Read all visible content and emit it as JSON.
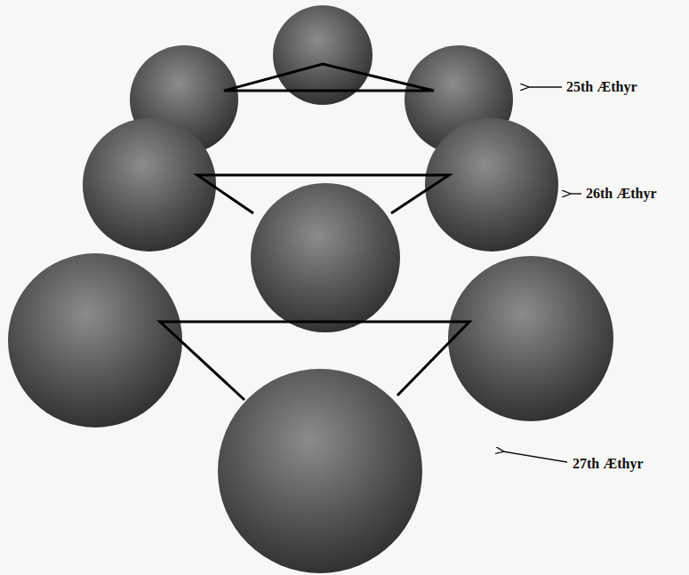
{
  "diagram": {
    "labels": [
      "25th Æthyr",
      "26th Æthyr",
      "27th Æthyr"
    ]
  }
}
